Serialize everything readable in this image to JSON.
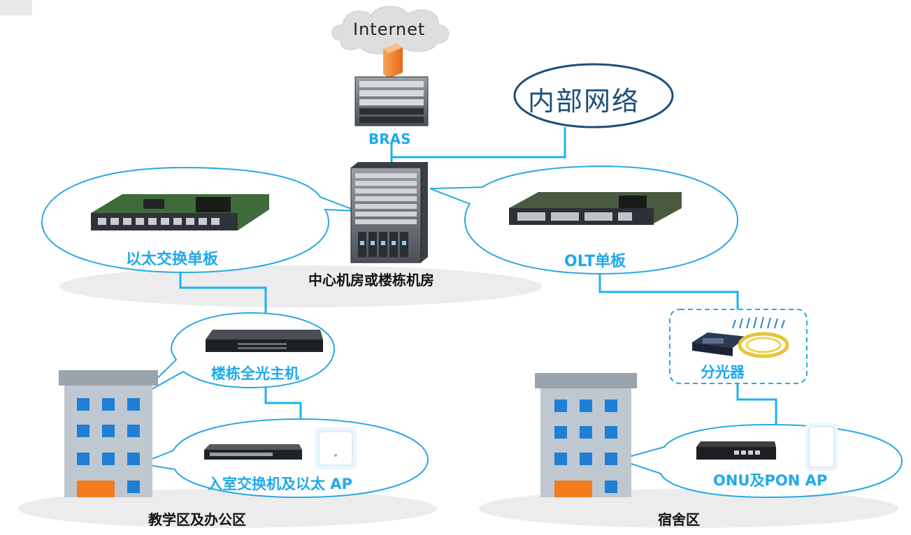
{
  "nodes": {
    "internet": "Internet",
    "bras": "BRAS",
    "internal_network": "内部网络",
    "ethernet_board": "以太交换单板",
    "olt_board": "OLT单板",
    "core_room": "中心机房或楼栋机房",
    "building_switch": "楼栋全光主机",
    "splitter": "分光器",
    "room_switch_ap": "入室交换机及以太 AP",
    "onu_pon_ap": "ONU及PON AP",
    "teaching_area": "教学区及办公区",
    "dorm_area": "宿舍区"
  },
  "colors": {
    "link": "#19b3f0",
    "bubble_stroke": "#2aa8e0",
    "label_blue": "#1fa9ea",
    "internal_cloud_stroke": "#1f4e79",
    "building": "#bfc8d0",
    "window": "#1f7fd6",
    "door": "#f07c1c"
  },
  "icons": [
    "cloud-icon",
    "firewall-icon",
    "router-chassis-icon",
    "core-switch-chassis-icon",
    "line-card-icon",
    "building-icon",
    "switch-icon",
    "access-point-icon",
    "splitter-icon",
    "onu-icon"
  ]
}
